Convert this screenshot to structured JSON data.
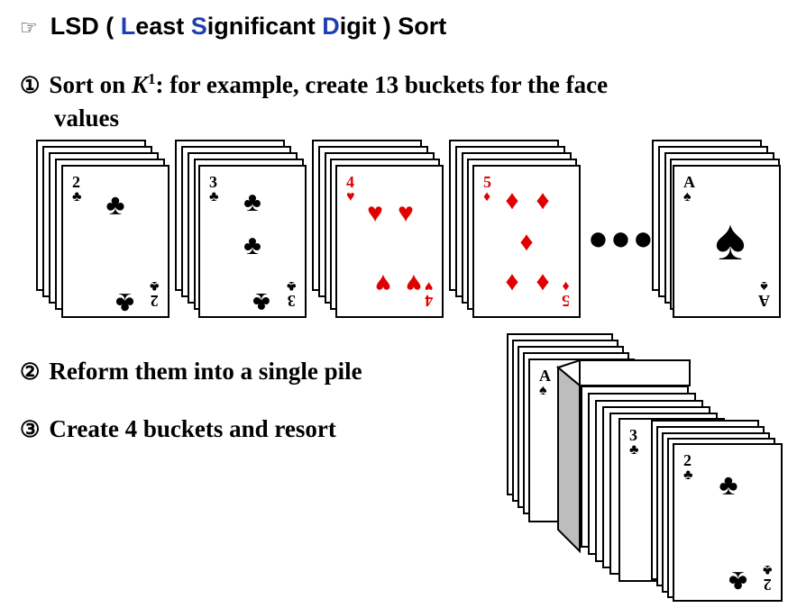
{
  "title": {
    "bullet_icon": "pointing-hand-icon",
    "lsd": "LSD ( ",
    "l": "L",
    "east": "east ",
    "s": "S",
    "ignificant": "ignificant ",
    "d": "D",
    "igit": "igit",
    "rest": " ) Sort"
  },
  "steps": {
    "s1_num": "①",
    "s1_a": "Sort on ",
    "s1_k": "K",
    "s1_sup": "1",
    "s1_b": ":  for example, create 13 buckets for the face",
    "s1_c": "values",
    "s2_num": "②",
    "s2": "Reform them into a single pile",
    "s3_num": "③",
    "s3": "Create 4 buckets and resort"
  },
  "buckets": [
    {
      "rank": "2",
      "suit": "♣",
      "color": "#000000"
    },
    {
      "rank": "3",
      "suit": "♣",
      "color": "#000000"
    },
    {
      "rank": "4",
      "suit": "♥",
      "color": "#e00000"
    },
    {
      "rank": "5",
      "suit": "♦",
      "color": "#e00000"
    },
    {
      "rank": "A",
      "suit": "♠",
      "color": "#000000"
    }
  ],
  "ellipsis": "●●●",
  "pile": {
    "back_rank": "A",
    "back_suit": "♠",
    "mid_rank": "3",
    "mid_suit": "♣",
    "front_rank": "2",
    "front_suit": "♣"
  }
}
